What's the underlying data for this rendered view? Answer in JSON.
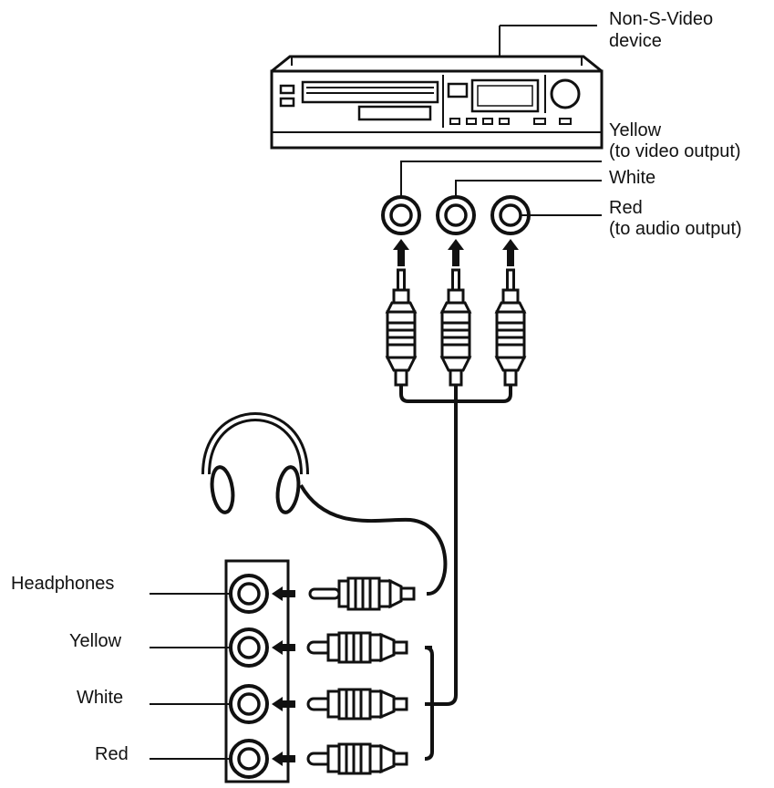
{
  "device_labels": {
    "device_line1": "Non-S-Video",
    "device_line2": "device",
    "yellow_line1": "Yellow",
    "yellow_line2": "(to video output)",
    "white": "White",
    "red_line1": "Red",
    "red_line2": "(to audio output)"
  },
  "panel_labels": {
    "headphones": "Headphones",
    "yellow": "Yellow",
    "white": "White",
    "red": "Red"
  }
}
